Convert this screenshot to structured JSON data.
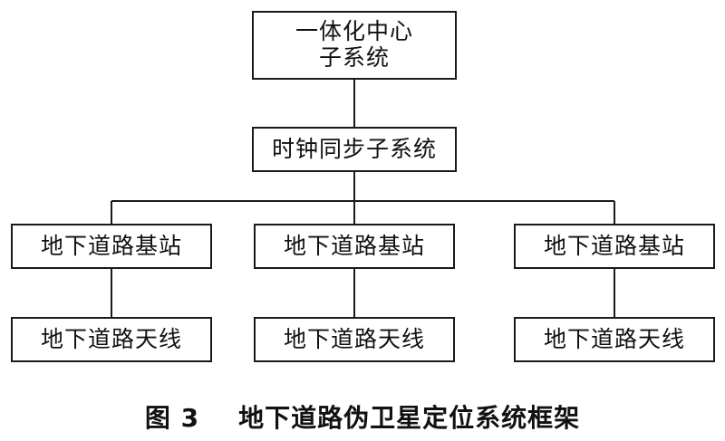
{
  "diagram": {
    "center": {
      "line1": "一体化中心",
      "line2": "子系统"
    },
    "clock": {
      "label": "时钟同步子系统"
    },
    "base_stations": [
      {
        "label": "地下道路基站"
      },
      {
        "label": "地下道路基站"
      },
      {
        "label": "地下道路基站"
      }
    ],
    "antennas": [
      {
        "label": "地下道路天线"
      },
      {
        "label": "地下道路天线"
      },
      {
        "label": "地下道路天线"
      }
    ]
  },
  "caption": {
    "number": "图 3",
    "title": "地下道路伪卫星定位系统框架"
  },
  "colors": {
    "line": "#1a1a1a",
    "text": "#111111",
    "background": "#ffffff"
  }
}
